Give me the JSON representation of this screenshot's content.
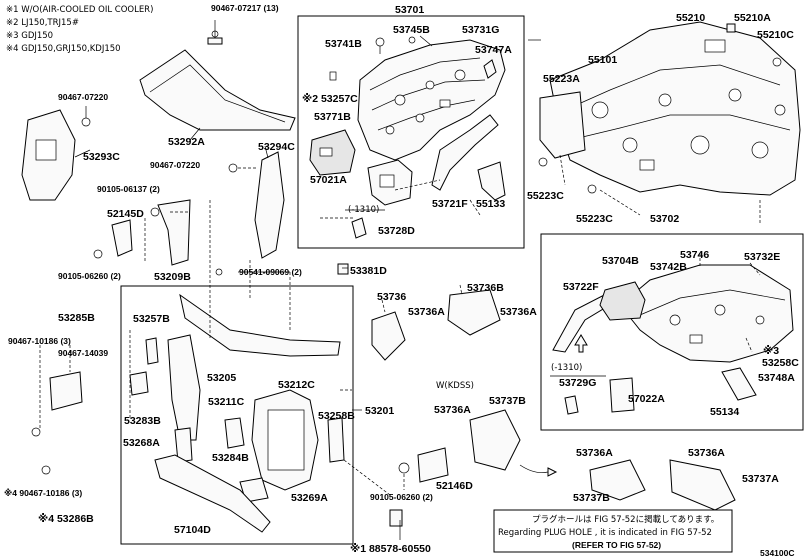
{
  "notes": {
    "n1": "※1 W/O(AIR-COOLED OIL COOLER)",
    "n2": "※2 LJ150,TRJ15#",
    "n3": "※3 GDJ150",
    "n4": "※4 GDJ150,GRJ150,KDJ150"
  },
  "variant": "W(KDSS)",
  "dimension": "(-1310)",
  "reference": {
    "line1": "プラグホールは FIG 57-52に掲載してあります。",
    "line2": "Regarding PLUG HOLE , it is indicated in FIG 57-52",
    "line3": "(REFER TO FIG 57-52)"
  },
  "figure_id": "534100C",
  "labels": {
    "p90467_07217": "90467-07217 (13)",
    "p53701": "53701",
    "p55210": "55210",
    "p55210A": "55210A",
    "p55210C": "55210C",
    "p53745B": "53745B",
    "p53731G": "53731G",
    "p53741B": "53741B",
    "p53747A": "53747A",
    "p55101": "55101",
    "p55223A": "55223A",
    "p90467_07220a": "90467-07220",
    "p53257C": "※2 53257C",
    "p53292A": "53292A",
    "p53771B": "53771B",
    "p53293C": "53293C",
    "p53294C": "53294C",
    "p90467_07220b": "90467-07220",
    "p57021A": "57021A",
    "p90105_06137": "90105-06137 (2)",
    "p53721F": "53721F",
    "p55133": "55133",
    "p55223C_a": "55223C",
    "p55223C_b": "55223C",
    "p53702": "53702",
    "p52145D": "52145D",
    "p53728D": "53728D",
    "p90105_06260a": "90105-06260 (2)",
    "p53209B": "53209B",
    "p90541_09069": "90541-09069 (2)",
    "p53381D": "53381D",
    "p53704B": "53704B",
    "p53746": "53746",
    "p53742B": "53742B",
    "p53732E": "53732E",
    "p53722F": "53722F",
    "p53736": "53736",
    "p53736B_a": "53736B",
    "p53285B": "53285B",
    "p53257B": "53257B",
    "p53736A_a": "53736A",
    "p53736A_b": "53736A",
    "p90467_10186a": "90467-10186 (3)",
    "p90467_14039": "90467-14039",
    "p53258C": "53258C",
    "p53205": "53205",
    "p53212C": "53212C",
    "p53729G": "53729G",
    "p53748A": "53748A",
    "p57022A": "57022A",
    "p53283B": "53283B",
    "p53211C": "53211C",
    "p53201": "53201",
    "p53736A_c": "53736A",
    "p53737B_a": "53737B",
    "p53258B": "53258B",
    "p55134": "55134",
    "p53268A": "53268A",
    "p53284B": "53284B",
    "p53736A_d": "53736A",
    "p53736A_e": "53736A",
    "p52146D": "52146D",
    "p53737A": "53737A",
    "p90467_10186b": "※4 90467-10186 (3)",
    "p53269A": "53269A",
    "p90105_06260b": "90105-06260 (2)",
    "p53737B_b": "53737B",
    "p53286B": "※4 53286B",
    "p57104D": "57104D",
    "p88578_60550": "※1 88578-60550",
    "p53258C_mark": "※3"
  }
}
